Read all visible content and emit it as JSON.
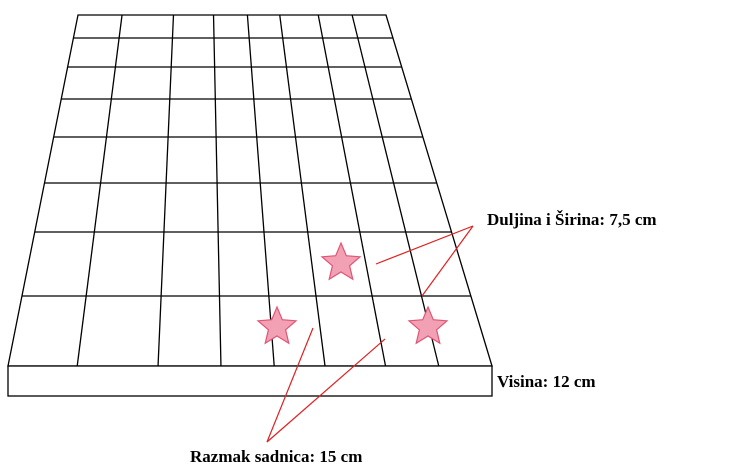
{
  "labels": {
    "dimensions": "Duljina i Širina: 7,5 cm",
    "height": "Visina: 12 cm",
    "spacing": "Razmak sadnica: 15 cm"
  },
  "grid": {
    "rows": 8,
    "columns": 8
  },
  "stars": {
    "count": 3,
    "color": "#f2a0b4",
    "stroke": "#e05575"
  },
  "colors": {
    "grid_line": "#000000",
    "pointer_line": "#e02020",
    "base_fill": "#ffffff"
  }
}
